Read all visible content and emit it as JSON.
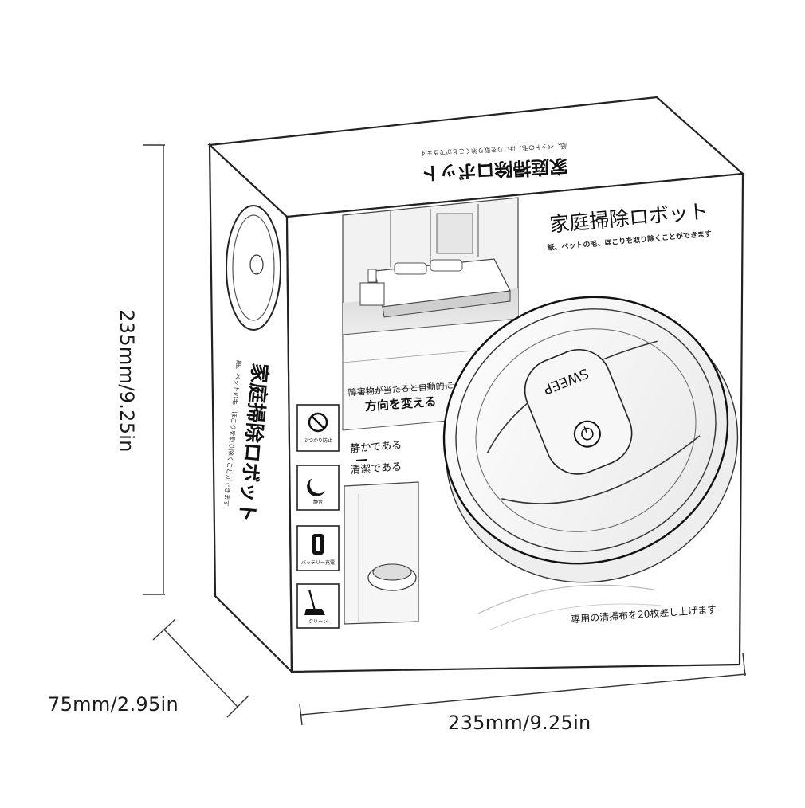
{
  "dimensions": {
    "height": "235mm/9.25in",
    "depth": "75mm/2.95in",
    "width": "235mm/9.25in"
  },
  "box": {
    "top_title": "家庭掃除ロボット",
    "front_title": "家庭掃除ロボット",
    "front_subtitle": "紙、ペットの毛、ほこりを取り除くことができます",
    "side_title": "家庭掃除ロボット",
    "side_subtitle": "紙、ペットの毛、ほこりを取り除くことができます",
    "robot_brand": "SWEEP",
    "callout_obstacle_line1": "障害物が当たると自動的に",
    "callout_obstacle_line2": "方向を変える",
    "callout_quiet": "静かである",
    "callout_clean": "清潔である",
    "cloth_note": "専用の清掃布を20枚差し上げます",
    "feature_icons": [
      {
        "label": "ぶつかり防止",
        "icon": "no-collision-icon"
      },
      {
        "label": "静音",
        "icon": "quiet-moon-icon"
      },
      {
        "label": "バッテリー充電",
        "icon": "battery-icon"
      },
      {
        "label": "クリーン",
        "icon": "broom-icon"
      }
    ]
  }
}
